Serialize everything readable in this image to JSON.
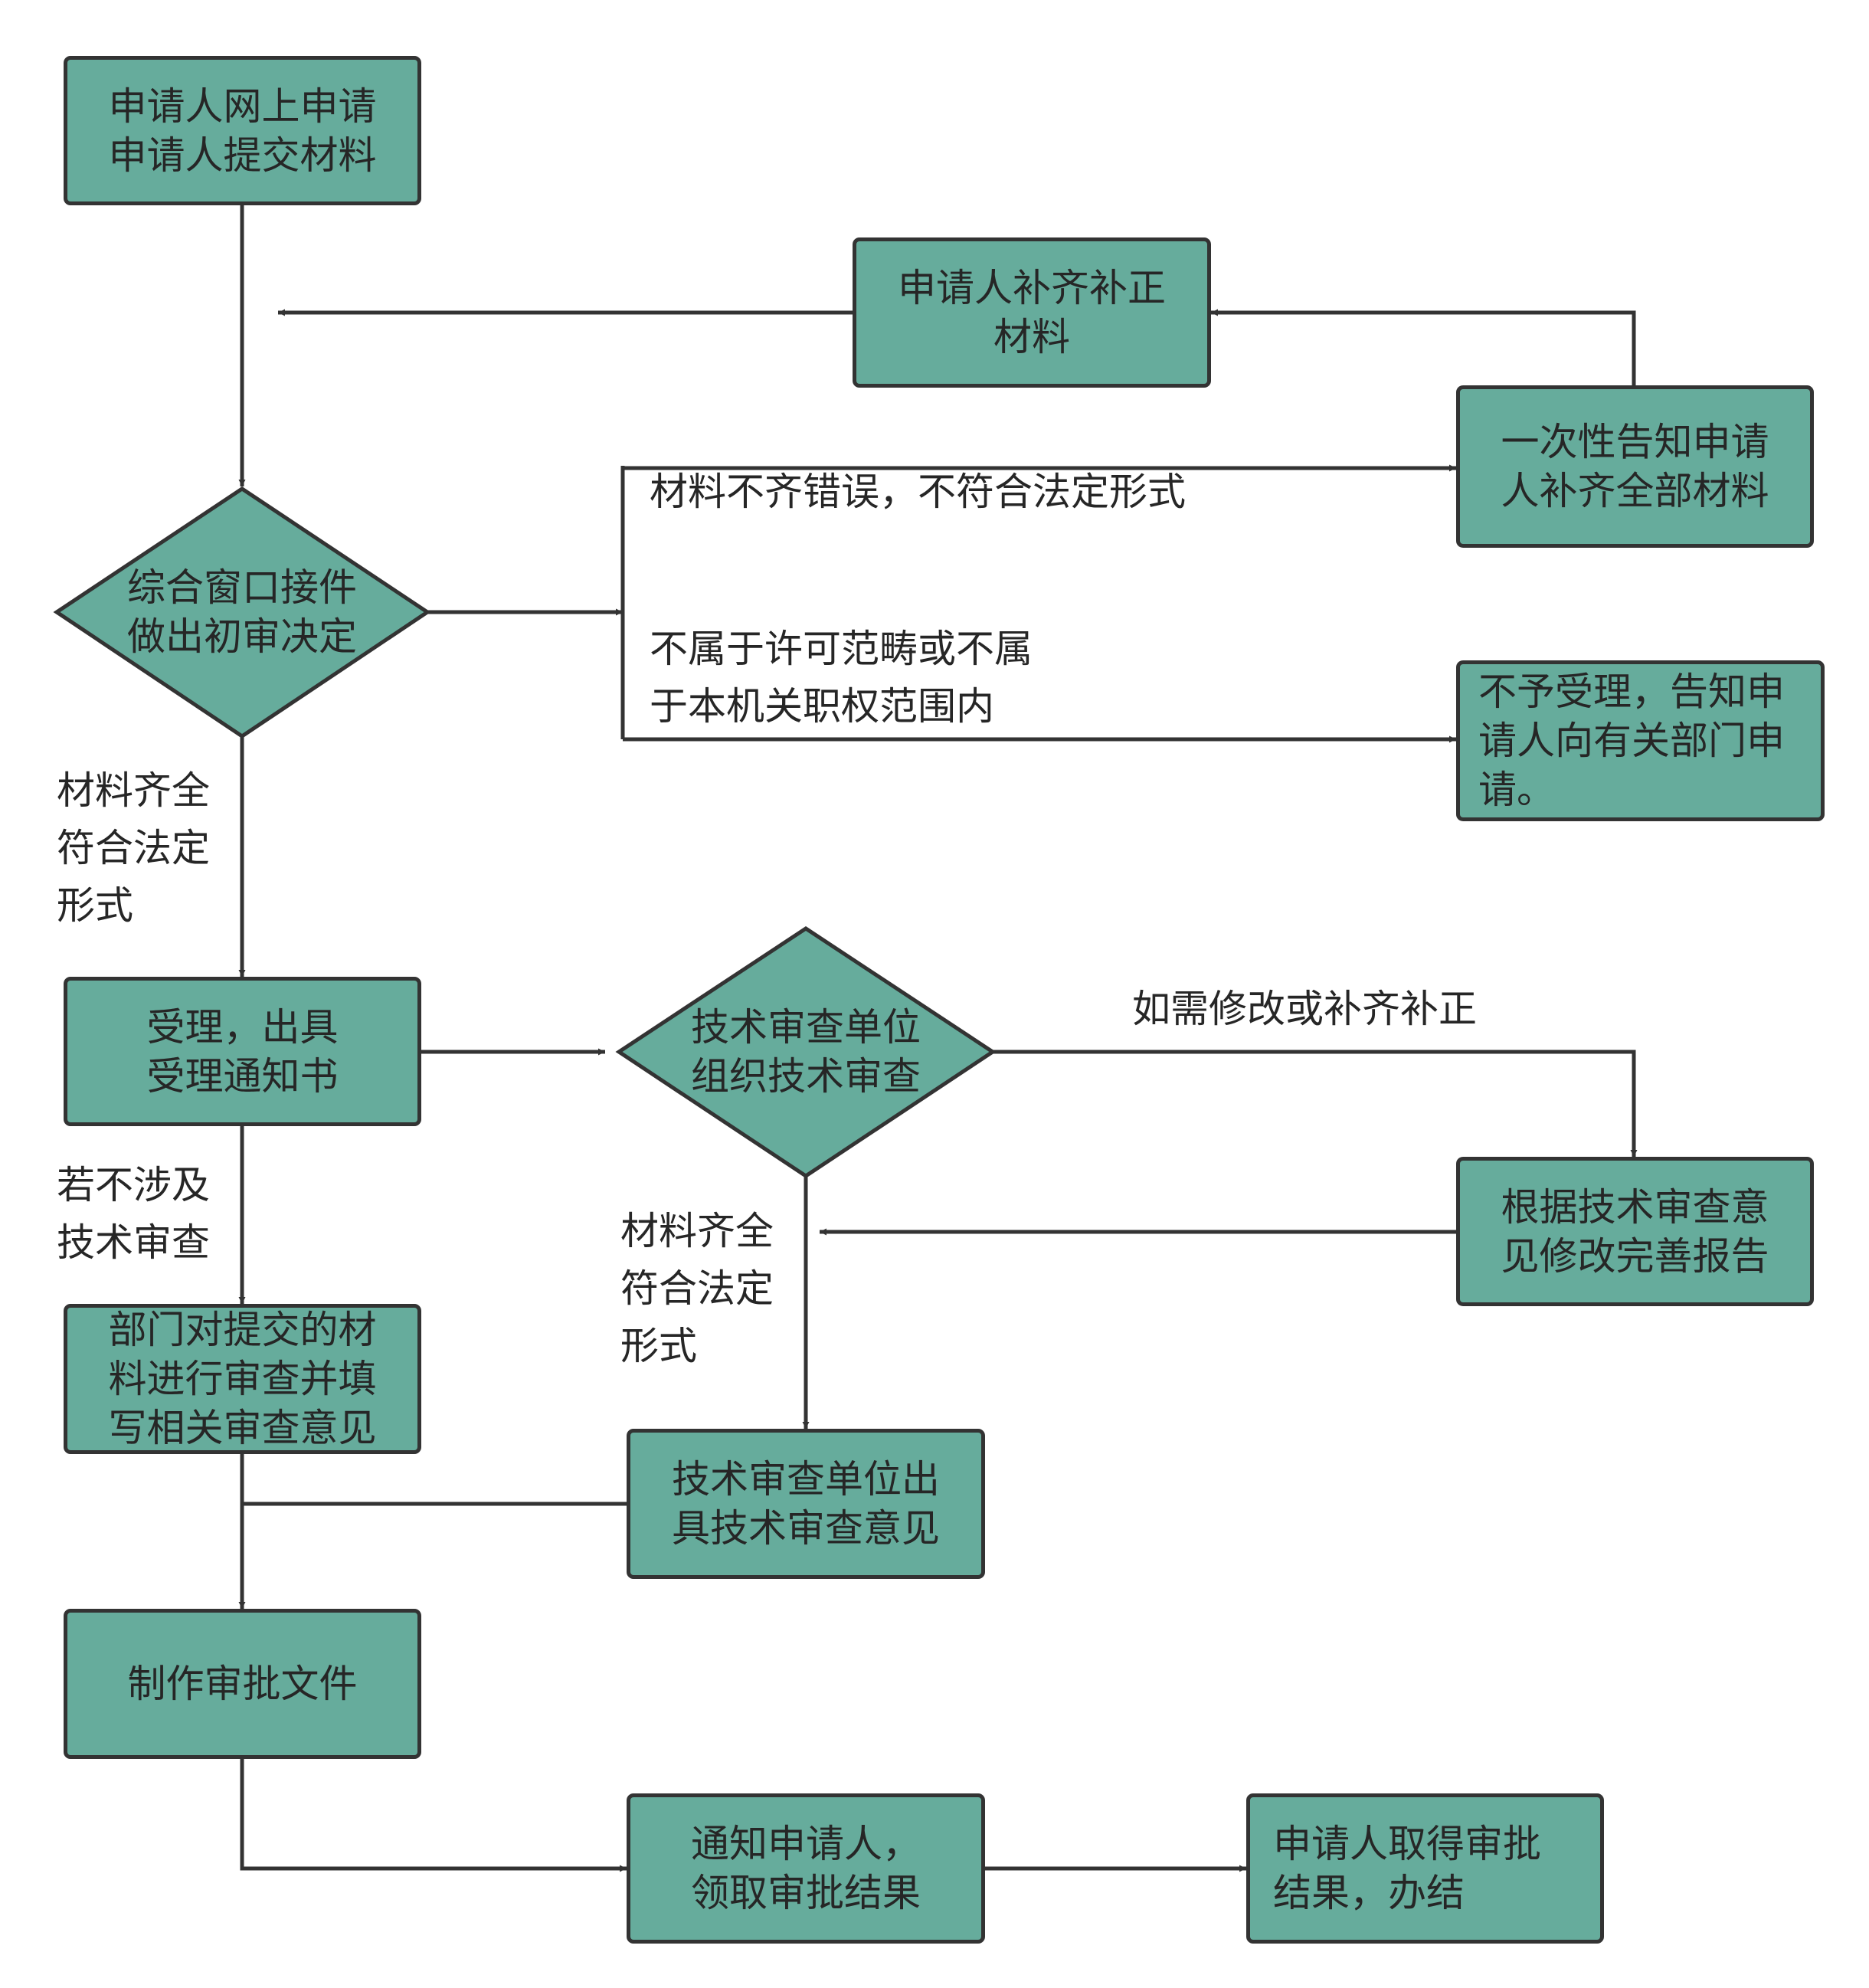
{
  "colors": {
    "node_fill": "#66ac9c",
    "stroke": "#333333",
    "text": "#262626"
  },
  "nodes": {
    "online_apply": "申请人网上申请\n申请人提交材料",
    "resubmit": "申请人补齐补正\n材料",
    "notify_once": "一次性告知申请\n人补齐全部材料",
    "initial_review": "综合窗口接件\n做出初审决定",
    "reject": "不予受理，告知申\n请人向有关部门申\n请。",
    "accept": "受理，出具\n受理通知书",
    "tech_review": "技术审查单位\n组织技术审查",
    "revise_report": "根据技术审查意\n见修改完善报告",
    "dept_review": "部门对提交的材\n料进行审查并填\n写相关审查意见",
    "tech_opinion": "技术审查单位出\n具技术审查意见",
    "make_doc": "制作审批文件",
    "notify_pickup": "通知申请人，\n领取审批结果",
    "complete": "申请人取得审批\n结果，办结"
  },
  "edge_labels": {
    "incomplete": "材料不齐错误，不符合法定形式",
    "out_of_scope": "不属于许可范畴或不属\n于本机关职权范围内",
    "complete_left": "材料齐全\n符合法定\n形式",
    "no_tech": "若不涉及\n技术审查",
    "complete_mid": "材料齐全\n符合法定\n形式",
    "need_revision": "如需修改或补齐补正"
  }
}
